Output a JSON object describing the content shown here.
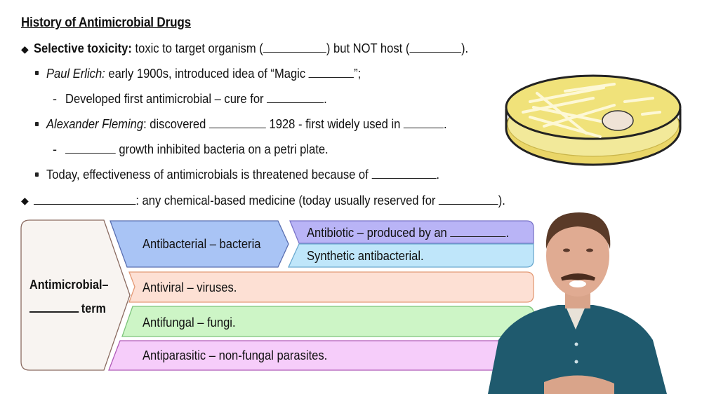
{
  "slide": {
    "title": "History of Antimicrobial Drugs",
    "bullets": [
      {
        "level": 1,
        "bold_lead": "Selective toxicity:",
        "text_a": " toxic to target organism (",
        "text_b": ") but NOT host (",
        "text_c": ")."
      },
      {
        "level": 2,
        "italic_lead": "Paul Erlich:",
        "text_a": " early 1900s, introduced idea of “Magic ",
        "text_b": "”;"
      },
      {
        "level": 3,
        "text_a": "Developed first antimicrobial – cure for ",
        "text_b": "."
      },
      {
        "level": 2,
        "italic_lead": "Alexander Fleming",
        "text_a": ": discovered ",
        "text_b": " 1928 - first widely used in ",
        "text_c": "."
      },
      {
        "level": 3,
        "text_a": " growth inhibited bacteria on a petri plate."
      },
      {
        "level": 2,
        "text_a": "Today, effectiveness of antimicrobials is threatened because of ",
        "text_b": "."
      },
      {
        "level": 1,
        "text_a": ": any chemical-based medicine (today usually reserved for ",
        "text_b": ")."
      }
    ]
  },
  "diagram": {
    "root": {
      "line1": "Antimicrobial–",
      "line2": "term"
    },
    "branches": [
      {
        "label": "Antibacterial – bacteria",
        "color": "#a9c4f5",
        "border": "#5a6fb0",
        "children": [
          {
            "label": "Antibiotic – produced by an ",
            "suffix": ".",
            "color": "#b9b4f6",
            "border": "#7a74c8"
          },
          {
            "label": "Synthetic antibacterial.",
            "color": "#bfe6fa",
            "border": "#6aa9cf"
          }
        ]
      },
      {
        "label": "Antiviral – viruses.",
        "color": "#fde0d4",
        "border": "#e39a76"
      },
      {
        "label": "Antifungal – fungi.",
        "color": "#cdf5c6",
        "border": "#7cc47a"
      },
      {
        "label": "Antiparasitic – non-fungal parasites.",
        "color": "#f6cdfa",
        "border": "#b05ab8"
      }
    ],
    "root_color": "#f8f4f1",
    "root_border": "#8a6a60"
  },
  "illustration": {
    "name": "petri-dish",
    "agar_color": "#f0e27a"
  },
  "video": {
    "name": "presenter",
    "shirt_color": "#1f5a6e"
  }
}
